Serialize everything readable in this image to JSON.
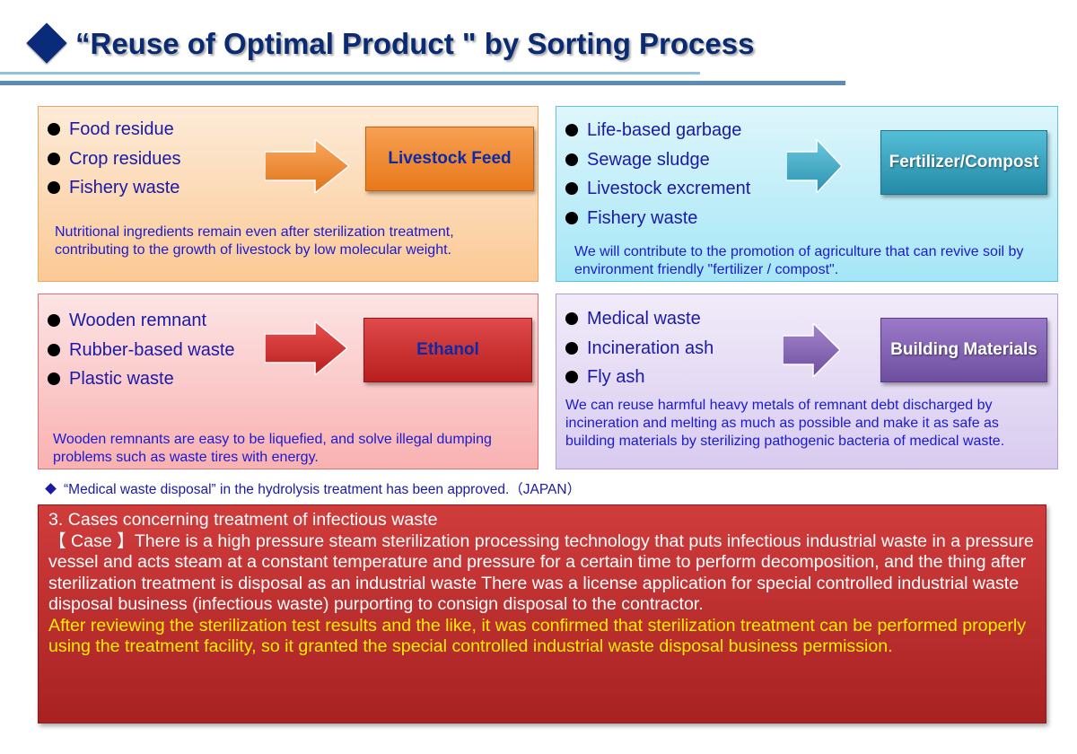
{
  "title": "“Reuse of Optimal Product \" by Sorting Process",
  "panels": {
    "feed": {
      "items": [
        "Food residue",
        "Crop residues",
        "Fishery waste"
      ],
      "target": "Livestock Feed",
      "description": "Nutritional ingredients remain even after sterilization treatment, contributing to the growth of livestock by low molecular weight.",
      "colors": {
        "accent": "#e8781a",
        "background": "#fbd4aa"
      }
    },
    "fertilizer": {
      "items": [
        "Life-based  garbage",
        "Sewage  sludge",
        "Livestock excrement",
        "Fishery waste"
      ],
      "target": "Fertilizer/Compost",
      "description": "We will contribute to the promotion of agriculture that can revive soil by environment friendly \"fertilizer / compost\".",
      "colors": {
        "accent": "#2a95b2",
        "background": "#bdeef9"
      }
    },
    "ethanol": {
      "items": [
        "Wooden remnant",
        "Rubber-based  waste",
        "Plastic waste"
      ],
      "target": "Ethanol",
      "description": "Wooden remnants are easy to be liquefied, and solve illegal dumping problems such as waste tires with energy.",
      "colors": {
        "accent": "#c62828",
        "background": "#fbc6c6"
      }
    },
    "building": {
      "items": [
        "Medical  waste",
        "Incineration ash",
        "Fly ash"
      ],
      "target": "Building Materials",
      "description": "We can reuse harmful heavy metals of remnant debt discharged by incineration and melting as much as possible and make it as safe as building materials by sterilizing pathogenic bacteria of medical waste.",
      "colors": {
        "accent": "#7a58ab",
        "background": "#e3d9f3"
      }
    }
  },
  "note": "“Medical waste disposal” in the hydrolysis treatment has been approved.（JAPAN）",
  "case": {
    "heading": "3. Cases concerning treatment of infectious waste",
    "body": "【 Case 】There is a high pressure steam sterilization processing technology that puts infectious industrial waste in a pressure vessel and acts steam at a constant temperature and pressure for a certain time to perform decomposition, and the thing after sterilization treatment is disposal as an industrial waste There was a license application for special controlled industrial waste disposal business (infectious waste) purporting to consign disposal to the contractor.",
    "result": "After reviewing the sterilization test results and the like, it was confirmed that sterilization treatment can be performed properly using the treatment facility, so it granted the special controlled industrial waste disposal business permission.",
    "colors": {
      "background": "#bb2e2e",
      "highlight": "#ffee00"
    }
  }
}
